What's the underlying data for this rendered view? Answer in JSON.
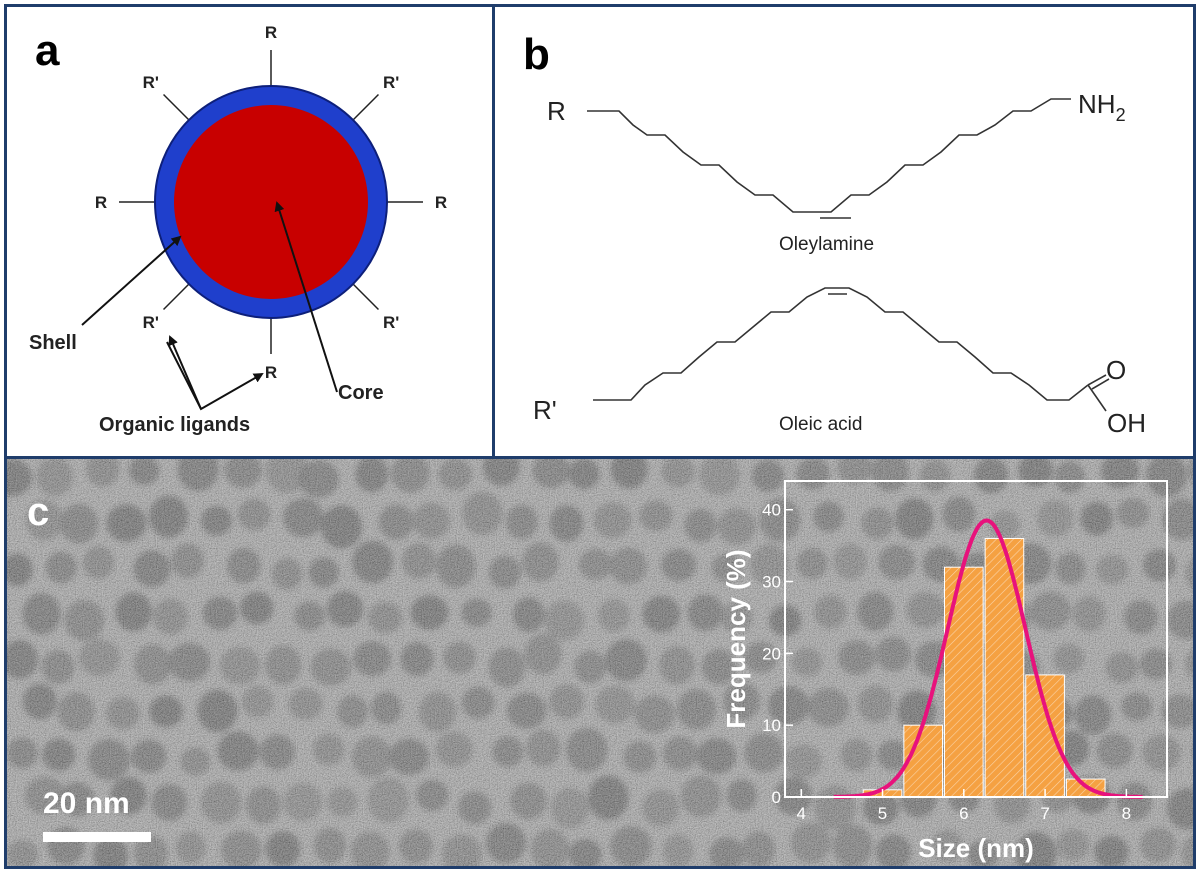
{
  "panel_a": {
    "letter": "a",
    "ligands": [
      "R",
      "R'",
      "R'",
      "R",
      "R",
      "R'",
      "R'",
      "R"
    ],
    "shell_label": "Shell",
    "core_label": "Core",
    "organic_label": "Organic ligands",
    "colors": {
      "core": "#c80000",
      "shell": "#1f3fcc"
    }
  },
  "panel_b": {
    "letter": "b",
    "oleylamine": {
      "r_label": "R",
      "group_main": "NH",
      "group_sub": "2",
      "name": "Oleylamine"
    },
    "oleic": {
      "r_label": "R'",
      "o_label": "O",
      "oh_label": "OH",
      "name": "Oleic acid"
    }
  },
  "panel_c": {
    "letter": "c",
    "scale_bar": "20 nm"
  },
  "chart_data": {
    "type": "bar",
    "xlabel": "Size (nm)",
    "ylabel": "Frequency (%)",
    "xlim": [
      3.8,
      8.5
    ],
    "ylim": [
      0,
      44
    ],
    "xticks": [
      "4",
      "5",
      "6",
      "7",
      "8"
    ],
    "yticks": [
      "0",
      "10",
      "20",
      "30",
      "40"
    ],
    "bin_width": 0.5,
    "bin_centers": [
      5.0,
      5.5,
      6.0,
      6.5,
      7.0,
      7.5
    ],
    "values": [
      1,
      10,
      32,
      36,
      17,
      2.5
    ],
    "fit": {
      "type": "gaussian",
      "peak": 38.5,
      "center": 6.28,
      "sigma": 0.48
    },
    "colors": {
      "bars": "#f5a142",
      "fit": "#e8127c"
    }
  }
}
